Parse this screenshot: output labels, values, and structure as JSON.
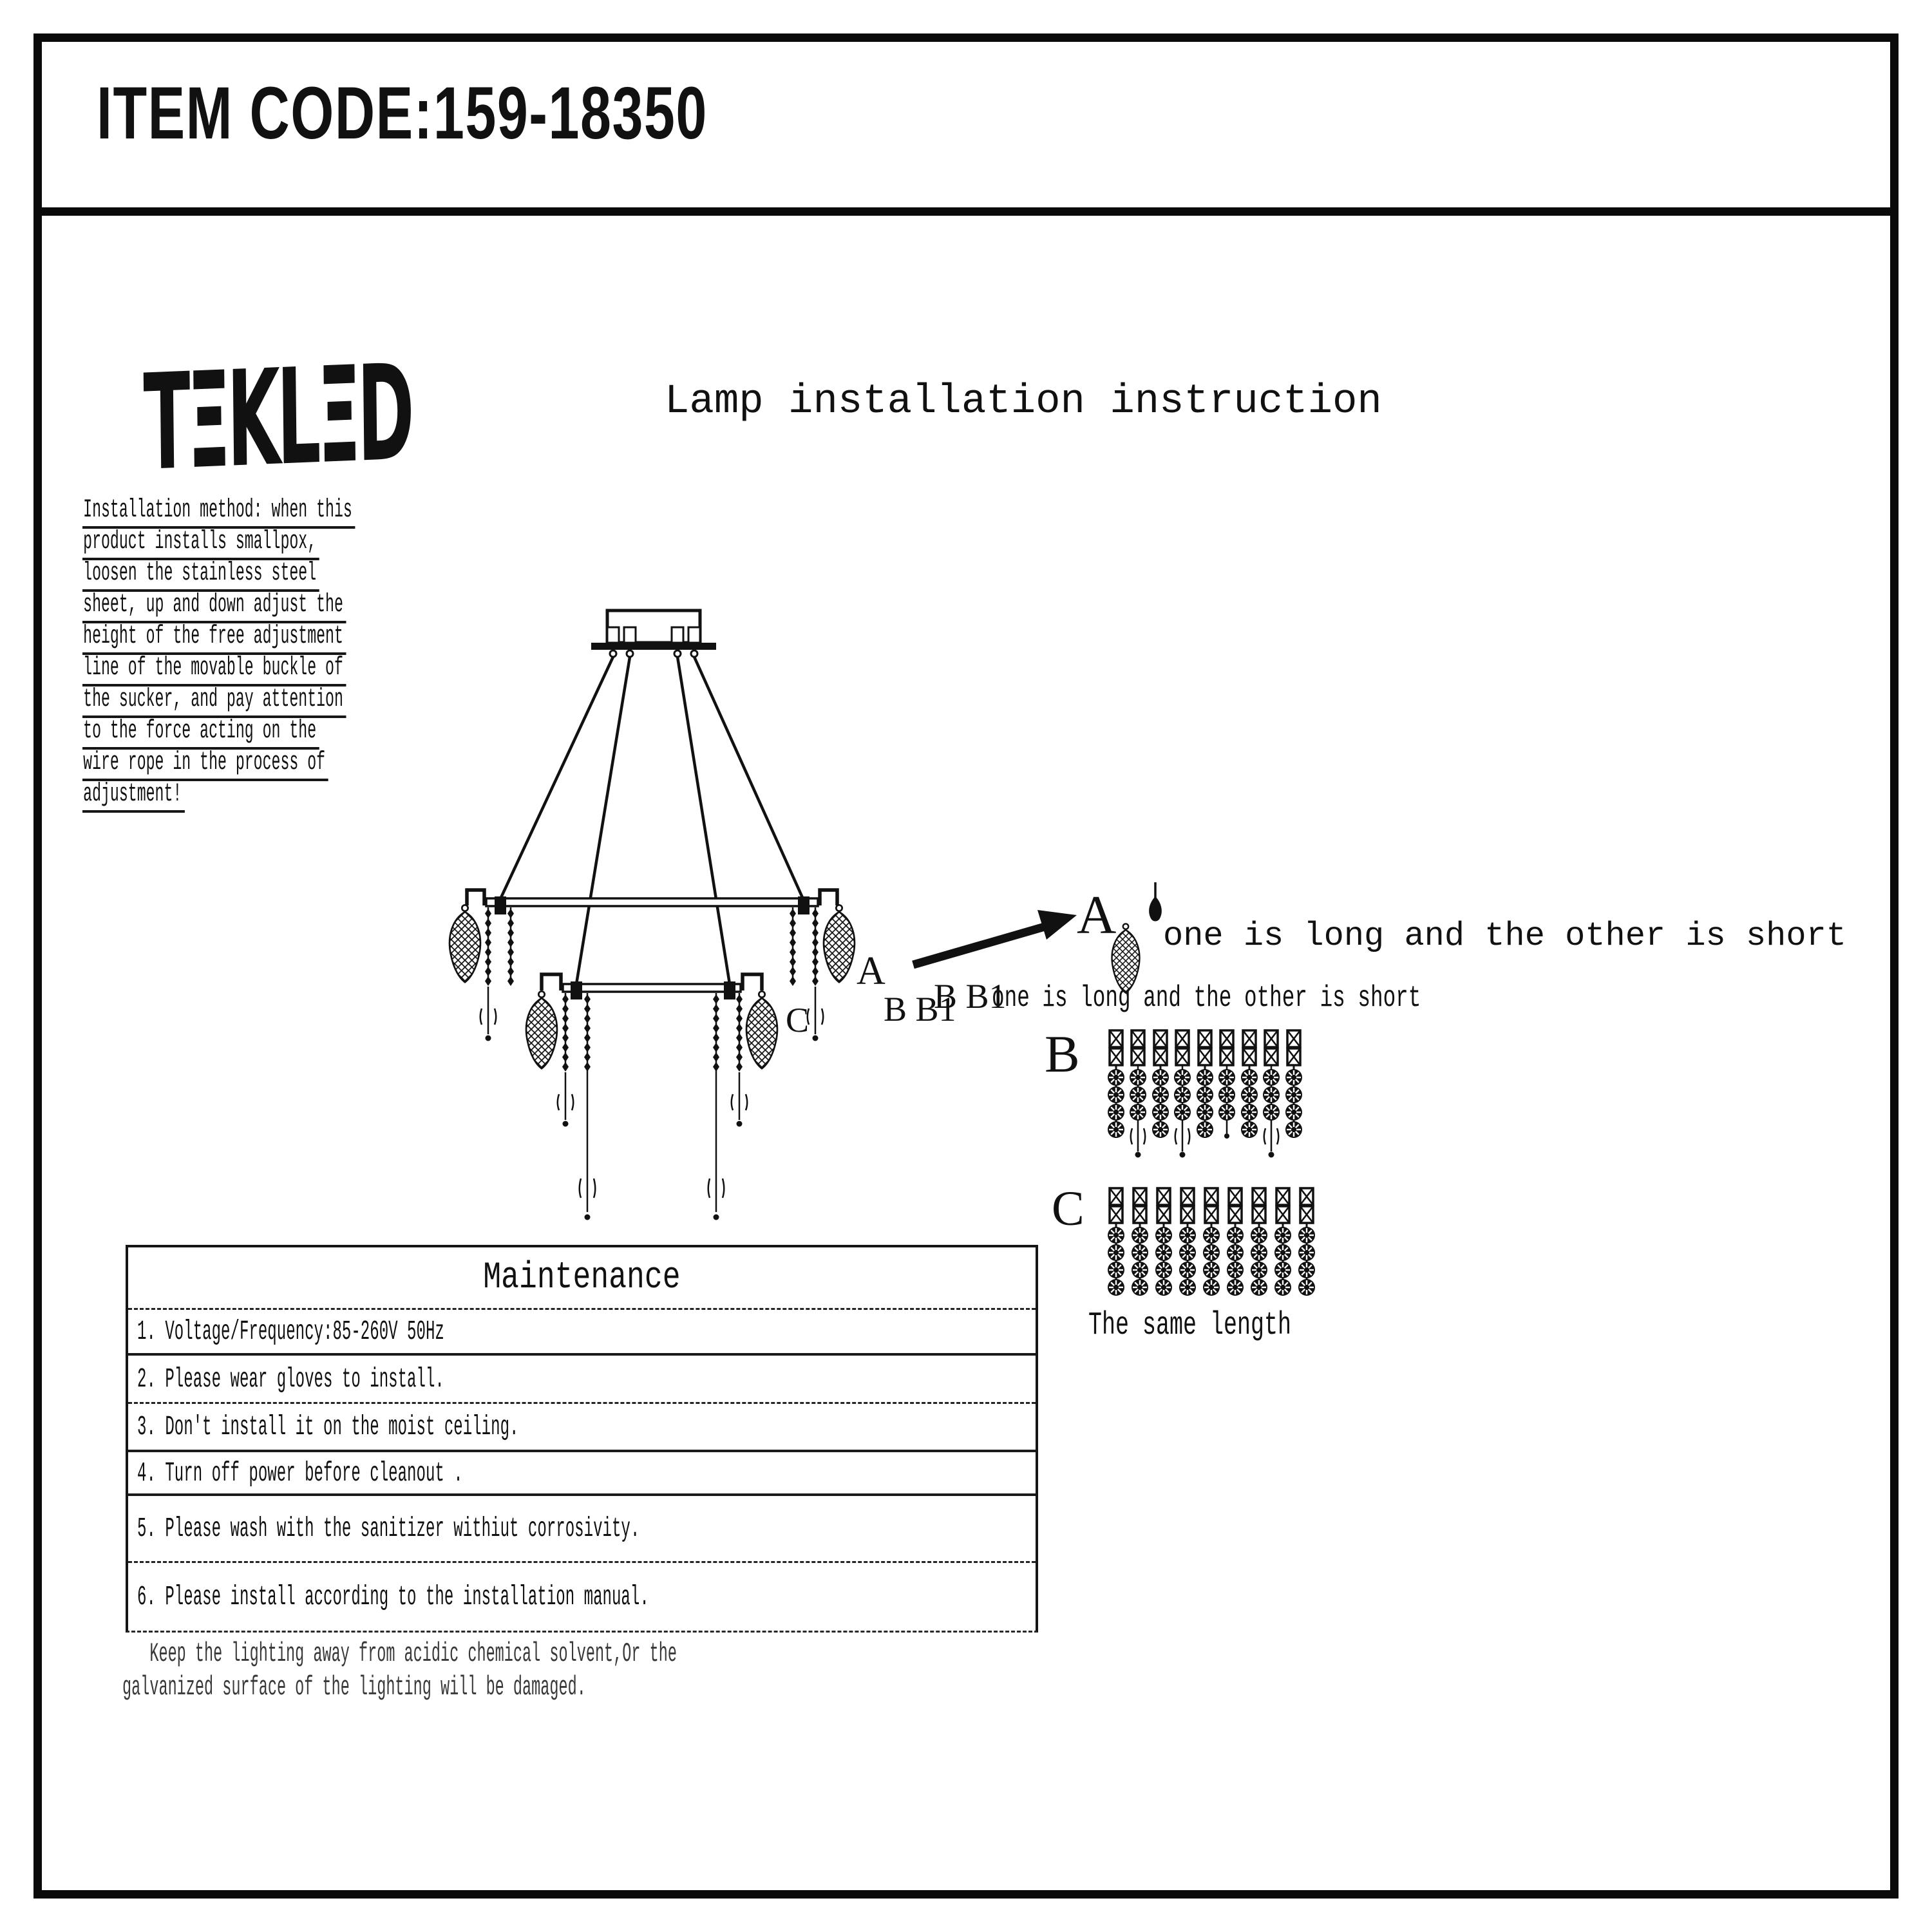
{
  "header": {
    "item_code": "ITEM CODE:159-18350"
  },
  "brand": {
    "logo_text": "TΞKLΞD"
  },
  "doc": {
    "title": "Lamp installation instruction"
  },
  "installation_note": {
    "lines": [
      "Installation method: when this",
      "product installs smallpox,",
      "loosen the stainless steel",
      "sheet, up and down adjust the",
      "height of the free adjustment",
      "line of the movable buckle of",
      "the sucker, and pay attention",
      "to the force acting on the",
      "wire rope in the process of",
      "adjustment!"
    ]
  },
  "diagram": {
    "labels": {
      "a": "A",
      "bb1": "B B1",
      "c": "C"
    },
    "annotation_a": {
      "letter": "A",
      "text": "one is long and the other is short"
    },
    "annotation_bb1": {
      "label": "B B1",
      "text": "one is long and the other is short"
    },
    "row_b": {
      "letter": "B"
    },
    "row_c": {
      "letter": "C",
      "caption": "The same length"
    }
  },
  "maintenance": {
    "title": "Maintenance",
    "items": [
      "1. Voltage/Frequency:85-260V 50Hz",
      "2. Please wear gloves to install.",
      "3. Don't install it on the moist ceiling.",
      "4. Turn off power before cleanout .",
      "5. Please wash with the sanitizer withiut corrosivity.",
      "6. Please install according to the installation manual."
    ]
  },
  "footer": {
    "lines": [
      "   Keep the lighting away from acidic chemical solvent,Or the",
      "galvanized surface of the lighting will be damaged."
    ]
  }
}
